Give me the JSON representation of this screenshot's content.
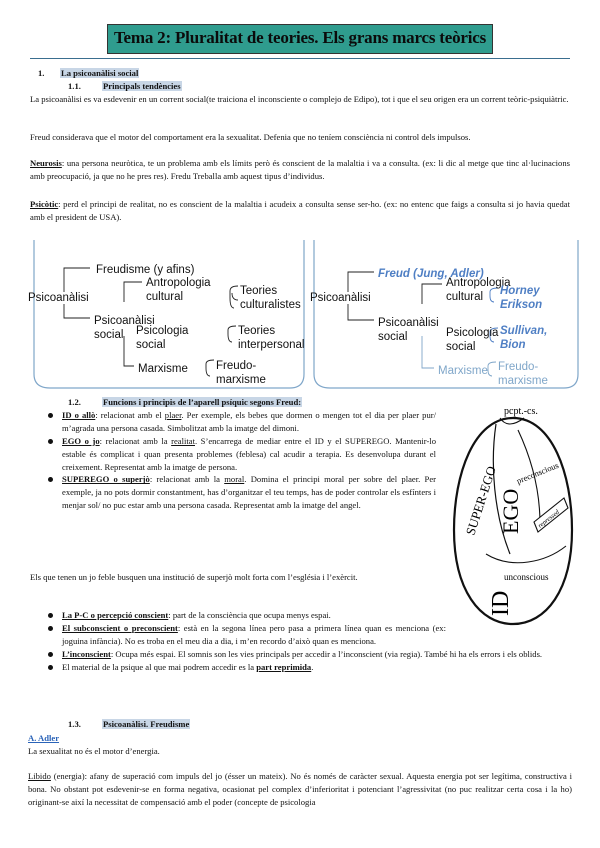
{
  "title": "Tema 2: Pluralitat de teories. Els grans marcs teòrics",
  "section1": {
    "num": "1.",
    "label": "La psicoanàlisi social"
  },
  "sub11": {
    "num": "1.1.",
    "label": "Principals tendències"
  },
  "p_intro_1": "La psicoanàlisi es va esdevenir en un corrent social(te traiciona el inconsciente o complejo de Edipo), tot i que el seu origen era un corrent teòric-psiquiàtric.",
  "p_freud": "Freud considerava que el motor del comportament era la sexualitat. Defenia que no teníem consciència ni control dels impulsos.",
  "neurosi": {
    "term": "Neurosis",
    "text": ": una persona neuròtica, te un problema amb els límits però és conscient de la malaltia i va a consulta. (ex: li dic al metge que tinc al·lucinacions amb preocupació, ja que no he pres res). Fredu Treballa amb aquest tipus d’individus."
  },
  "psicotic": {
    "term": "Psicòtic",
    "text": ": perd el principi de realitat, no es conscient de la malaltia i acudeix a consulta sense ser-ho. (ex: no entenc que faigs a consulta si jo havia quedat amb el president de USA)."
  },
  "diagram_left": {
    "root": "Psicoanàlisi",
    "top": "Freudisme (y afins)",
    "mid": "Psicoanàlisi social",
    "branches": [
      "Antropologia cultural",
      "Psicologia social",
      "Marxisme"
    ],
    "schools": [
      "Teories culturalistes",
      "Teories interpersonal",
      "Freudo-marxisme"
    ]
  },
  "diagram_right": {
    "root": "Psicoanàlisi",
    "top_a": "Freud",
    "top_b": "(Jung, Adler)",
    "mid": "Psicoanàlisi social",
    "branches": [
      "Antropologia cultural",
      "Psicologia social",
      "Marxisme"
    ],
    "authors": [
      "Horney Erikson",
      "Sullivan, Bion",
      "Freudo-marxisme"
    ]
  },
  "sub12": {
    "num": "1.2.",
    "label": "Funcions i principis de l’aparell psíquic segons Freud:"
  },
  "bullets_12": [
    {
      "term": "ID o allò",
      "text_a": ": relacionat amb el ",
      "key": "plaer",
      "text_b": ". Per exemple, els bebes que dormen o mengen tot el dia per plaer pur/ m’agrada una persona casada. Simbolitzat amb la imatge del dimoni."
    },
    {
      "term": "EGO o jo",
      "text_a": ": relacionat amb la ",
      "key": "realitat",
      "text_b": ". S’encarrega de mediar entre el ID y el SUPEREGO. Mantenir-lo estable és complicat i quan presenta problemes (feblesa) cal acudir a terapia. Es desenvolupa durant el creixement. Representat amb la imatge de persona."
    },
    {
      "term": "SUPEREGO o superjò",
      "text_a": ": relacionat amb la ",
      "key": "moral",
      "text_b": ". Domina el principi moral per sobre del plaer. Per exemple, ja no pots dormir constantment, has d’organitzar el teu temps, has de poder controlar els esfínters i menjar sol/ no puc estar amb una persona casada. Representat amb la imatge del angel."
    }
  ],
  "p_superjo": "Els que tenen un jo feble busquen una institució de superjò molt forta com l’església i l’exèrcit.",
  "bullets_b": [
    {
      "term": "La P-C o percepció conscient",
      "text": ": part de la consciència que ocupa menys espai."
    },
    {
      "term": "El subconscient o preconscient",
      "text": ": està en la segona línea pero pasa a primera línea quan es menciona (ex: joguina infància). No es troba en el meu dia a dia, i m’en recordo d’això quan es menciona."
    },
    {
      "term": "L’inconscient",
      "text": ": Ocupa més espai. El somnis son les vies principals per accedir a l’inconscient (via regia). També hi ha els errors i els oblids."
    },
    {
      "pre": "El material de la psique al que mai podrem accedir es la ",
      "term": "part reprimida",
      "text": "."
    }
  ],
  "egg": {
    "top": "pcpt.-cs.",
    "preconscious": "preconscious",
    "superego": "SUPER-EGO",
    "ego": "EGO",
    "repressed": "repressed",
    "unconscious": "unconscious",
    "id": "ID"
  },
  "sub13": {
    "num": "1.3.",
    "label": "Psicoanàlisi. Freudisme"
  },
  "adler_head": "A. Adler",
  "p_adler": "La sexualitat no és el motor d’energia.",
  "libido": {
    "term": "Libido",
    "text": " (energia): afany de superació com impuls del jo (ésser un mateix). No és només de caràcter sexual. Aquesta energia pot ser legítima, constructiva i bona. No obstant pot esdevenir-se en forma negativa, ocasionat pel complex d’inferioritat i potenciant l’agressivitat (no puc realitzar certa cosa i la ho) originant-se així la necessitat de compensació amb el poder (concepte de psicologia"
  },
  "colors": {
    "title_bg": "#2f9c8e",
    "heading_hl": "#c8d6e6",
    "diagram_blue": "#4f7fc4",
    "diagram_frame": "#7fa6c9"
  }
}
